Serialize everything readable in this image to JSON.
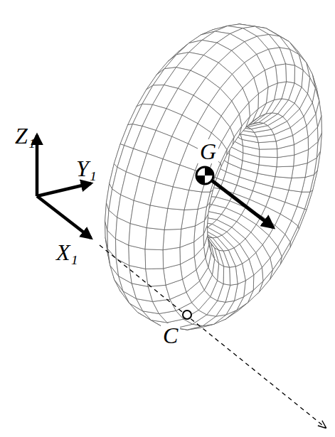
{
  "diagram": {
    "labels": [
      "Z₁",
      "Y₁",
      "X₁",
      "G",
      "C"
    ]
  }
}
